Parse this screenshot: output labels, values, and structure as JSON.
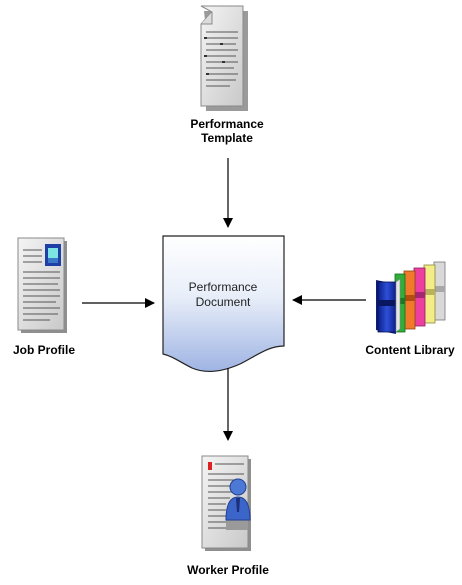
{
  "nodes": {
    "template": {
      "line1": "Performance",
      "line2": "Template",
      "icon": "document-template-icon"
    },
    "document": {
      "line1": "Performance",
      "line2": "Document",
      "icon": "document-shape"
    },
    "job_profile": {
      "label": "Job Profile",
      "icon": "job-profile-icon"
    },
    "content_library": {
      "label": "Content Library",
      "icon": "books-icon"
    },
    "worker_profile": {
      "label": "Worker Profile",
      "icon": "worker-profile-icon"
    }
  },
  "colors": {
    "document_fill_top": "#ffffff",
    "document_fill_bottom": "#a9bce6",
    "arrow": "#000000"
  }
}
